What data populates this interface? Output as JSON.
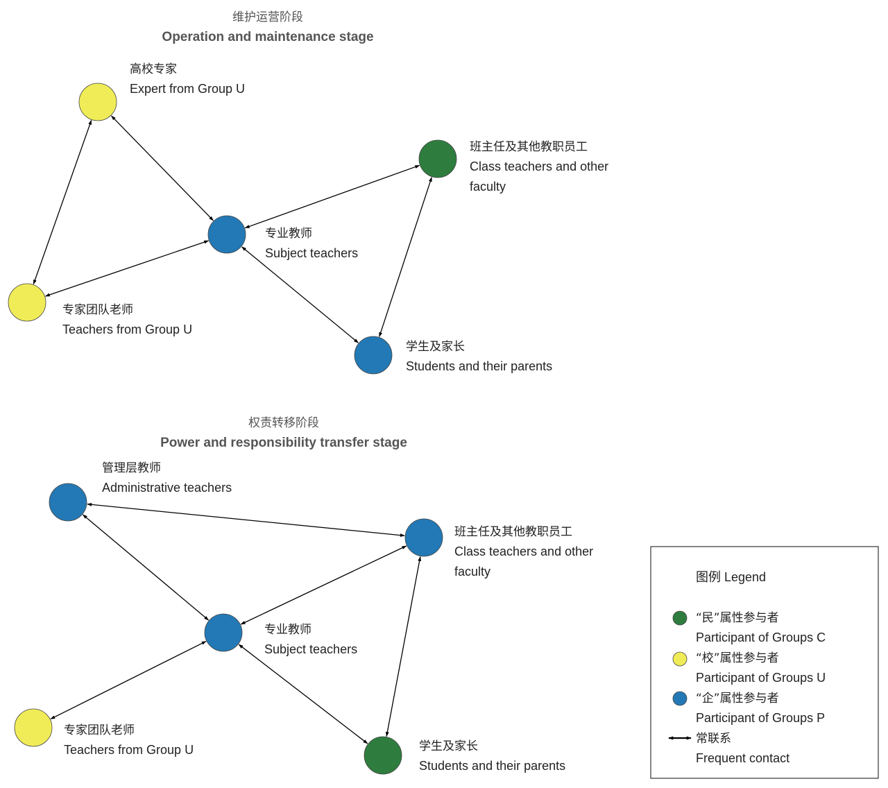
{
  "colors": {
    "group_c": "#2e7d3e",
    "group_u": "#f0ec58",
    "group_p": "#2379b5",
    "edge": "#000000"
  },
  "stages": [
    {
      "title_zh": "维护运营阶段",
      "title_en": "Operation and maintenance stage",
      "nodes": [
        {
          "id": "expert",
          "group": "group_u",
          "lines": [
            "高校专家",
            "Expert from Group U"
          ]
        },
        {
          "id": "class_teachers",
          "group": "group_c",
          "lines": [
            "班主任及其他教职员工",
            "Class teachers and other",
            "faculty"
          ]
        },
        {
          "id": "subject",
          "group": "group_p",
          "lines": [
            "专业教师",
            "Subject teachers"
          ]
        },
        {
          "id": "team",
          "group": "group_u",
          "lines": [
            "专家团队老师",
            "Teachers from Group U"
          ]
        },
        {
          "id": "students",
          "group": "group_p",
          "lines": [
            "学生及家长",
            "Students and their parents"
          ]
        }
      ],
      "edges": [
        [
          "expert",
          "subject"
        ],
        [
          "expert",
          "team"
        ],
        [
          "team",
          "subject"
        ],
        [
          "subject",
          "class_teachers"
        ],
        [
          "subject",
          "students"
        ],
        [
          "class_teachers",
          "students"
        ]
      ]
    },
    {
      "title_zh": "权责转移阶段",
      "title_en": "Power and responsibility transfer stage",
      "nodes": [
        {
          "id": "admin",
          "group": "group_p",
          "lines": [
            "管理层教师",
            "Administrative teachers"
          ]
        },
        {
          "id": "class_teachers",
          "group": "group_p",
          "lines": [
            "班主任及其他教职员工",
            "Class teachers and other",
            "faculty"
          ]
        },
        {
          "id": "subject",
          "group": "group_p",
          "lines": [
            "专业教师",
            "Subject teachers"
          ]
        },
        {
          "id": "team",
          "group": "group_u",
          "lines": [
            "专家团队老师",
            "Teachers from Group U"
          ]
        },
        {
          "id": "students",
          "group": "group_c",
          "lines": [
            "学生及家长",
            "Students and their parents"
          ]
        }
      ],
      "edges": [
        [
          "admin",
          "class_teachers"
        ],
        [
          "admin",
          "subject"
        ],
        [
          "subject",
          "class_teachers"
        ],
        [
          "subject",
          "team"
        ],
        [
          "subject",
          "students"
        ],
        [
          "class_teachers",
          "students"
        ]
      ]
    }
  ],
  "legend": {
    "title": "图例 Legend",
    "items": [
      {
        "group": "group_c",
        "zh": "“民”属性参与者",
        "en": "Participant of Groups C"
      },
      {
        "group": "group_u",
        "zh": "“校”属性参与者",
        "en": "Participant of Groups U"
      },
      {
        "group": "group_p",
        "zh": "“企”属性参与者",
        "en": "Participant of Groups P"
      }
    ],
    "edge_item": {
      "zh": "常联系",
      "en": "Frequent contact"
    }
  }
}
